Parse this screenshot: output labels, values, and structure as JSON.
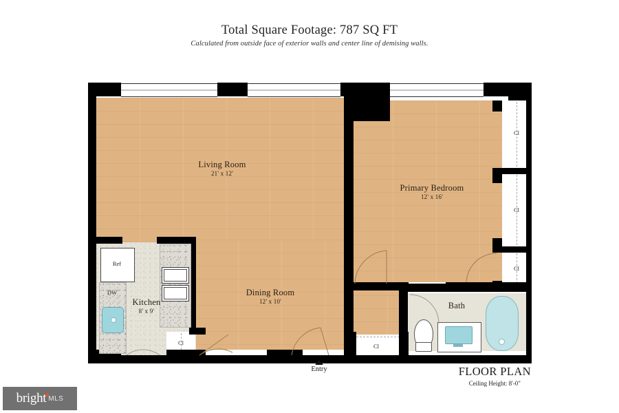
{
  "header": {
    "title": "Total Square Footage: 787 SQ FT",
    "subtitle": "Calculated from outside face of exterior walls and center line of demising walls."
  },
  "footer": {
    "plan_title": "FLOOR PLAN",
    "ceiling_height": "Ceiling Height: 8'-0\""
  },
  "watermark": {
    "brand": "bright",
    "suffix": "MLS",
    "dot_color": "#e0522c",
    "background": "#717171"
  },
  "colors": {
    "wall": "#000000",
    "wood_floor": "#e0b482",
    "tile_floor": "#e5e2d8",
    "bath_floor": "#e6e3d9",
    "fixture_blue": "#9fd6dd",
    "tub_blue": "#bfe3e6",
    "closet_dash": "#9aa7b5",
    "text": "#2a2118"
  },
  "plan": {
    "rooms": [
      {
        "key": "living_room",
        "name": "Living Room",
        "dimensions": "21' x 12'"
      },
      {
        "key": "primary_bedroom",
        "name": "Primary Bedroom",
        "dimensions": "12' x 16'"
      },
      {
        "key": "dining_room",
        "name": "Dining Room",
        "dimensions": "12' x 10'"
      },
      {
        "key": "kitchen",
        "name": "Kitchen",
        "dimensions": "8' x 9'"
      },
      {
        "key": "bath",
        "name": "Bath",
        "dimensions": ""
      }
    ],
    "closets": [
      {
        "key": "closet_bedroom_top",
        "label": "Cl"
      },
      {
        "key": "closet_bedroom_middle",
        "label": "Cl"
      },
      {
        "key": "closet_bedroom_bottom",
        "label": "Cl"
      },
      {
        "key": "closet_kitchen",
        "label": "Cl"
      },
      {
        "key": "closet_hall",
        "label": "Cl"
      }
    ],
    "appliances": [
      {
        "key": "refrigerator",
        "label": "Ref"
      },
      {
        "key": "dishwasher",
        "label": "DW"
      }
    ],
    "entry": {
      "label": "Entry"
    }
  }
}
